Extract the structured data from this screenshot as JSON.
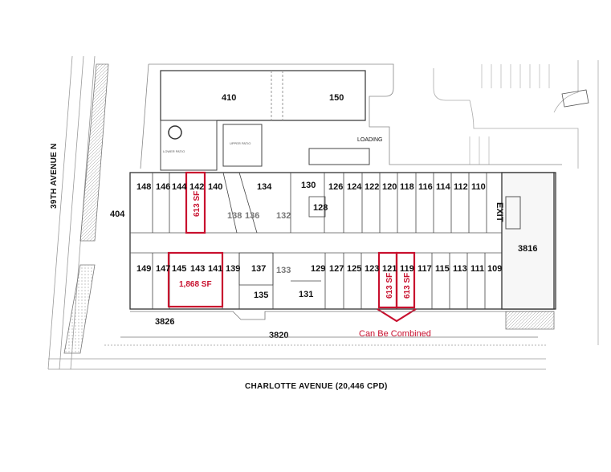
{
  "streets": {
    "west": "39TH AVENUE N",
    "south": "CHARLOTTE AVENUE (20,446 CPD)"
  },
  "callouts": {
    "combined": "Can Be Combined",
    "sf_142": "613 SF",
    "sf_121": "613 SF",
    "sf_119": "613 SF",
    "sf_145": "1,868 SF"
  },
  "labels": {
    "loading": "LOADING",
    "exit": "EXIT",
    "lower_patio": "LOWER PATIO",
    "upper_patio": "UPPER PATIO"
  },
  "units": {
    "u410": "410",
    "u150": "150",
    "u404": "404",
    "u3816": "3816",
    "u3826": "3826",
    "u3820": "3820",
    "u148": "148",
    "u146": "146",
    "u144": "144",
    "u142": "142",
    "u140": "140",
    "u138": "138",
    "u136": "136",
    "u134": "134",
    "u132": "132",
    "u130": "130",
    "u128": "128",
    "u126": "126",
    "u124": "124",
    "u122": "122",
    "u120": "120",
    "u118": "118",
    "u116": "116",
    "u114": "114",
    "u112": "112",
    "u110": "110",
    "u149": "149",
    "u147": "147",
    "u145": "145",
    "u143": "143",
    "u141": "141",
    "u139": "139",
    "u137": "137",
    "u135": "135",
    "u133": "133",
    "u131": "131",
    "u129": "129",
    "u127": "127",
    "u125": "125",
    "u123": "123",
    "u121": "121",
    "u119": "119",
    "u117": "117",
    "u115": "115",
    "u113": "113",
    "u111": "111",
    "u109": "109"
  },
  "colors": {
    "highlight": "#c8102e",
    "wall": "#333333",
    "road": "#9a9a9a"
  }
}
